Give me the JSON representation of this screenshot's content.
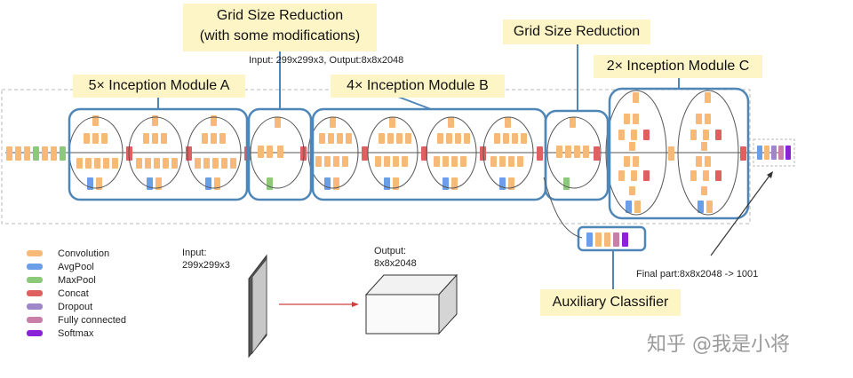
{
  "labels": {
    "grid_reduction_1_line1": "Grid Size Reduction",
    "grid_reduction_1_line2": "(with some modifications)",
    "grid_reduction_2": "Grid Size Reduction",
    "module_a": "5× Inception Module A",
    "module_b": "4× Inception Module B",
    "module_c": "2× Inception Module C",
    "auxiliary": "Auxiliary Classifier"
  },
  "annotations": {
    "io_top": "Input: 299x299x3, Output:8x8x2048",
    "input_line1": "Input:",
    "input_line2": "299x299x3",
    "output_line1": "Output:",
    "output_line2": "8x8x2048",
    "final_part": "Final part:8x8x2048 -> 1001"
  },
  "legend": [
    {
      "label": "Convolution",
      "color": "#f7b977"
    },
    {
      "label": "AvgPool",
      "color": "#6b9ee8"
    },
    {
      "label": "MaxPool",
      "color": "#8cc979"
    },
    {
      "label": "Concat",
      "color": "#e06060"
    },
    {
      "label": "Dropout",
      "color": "#9e86c8"
    },
    {
      "label": "Fully connected",
      "color": "#c97fa8"
    },
    {
      "label": "Softmax",
      "color": "#8a22d8"
    }
  ],
  "watermark": "知乎 @我是小将",
  "colors": {
    "conv": "#f7b977",
    "avgpool": "#6b9ee8",
    "maxpool": "#8cc979",
    "concat": "#e06060",
    "dropout": "#9e86c8",
    "fc": "#c97fa8",
    "softmax": "#8a22d8",
    "module_border": "#4f86b8",
    "label_bg": "#fdf5c6"
  }
}
